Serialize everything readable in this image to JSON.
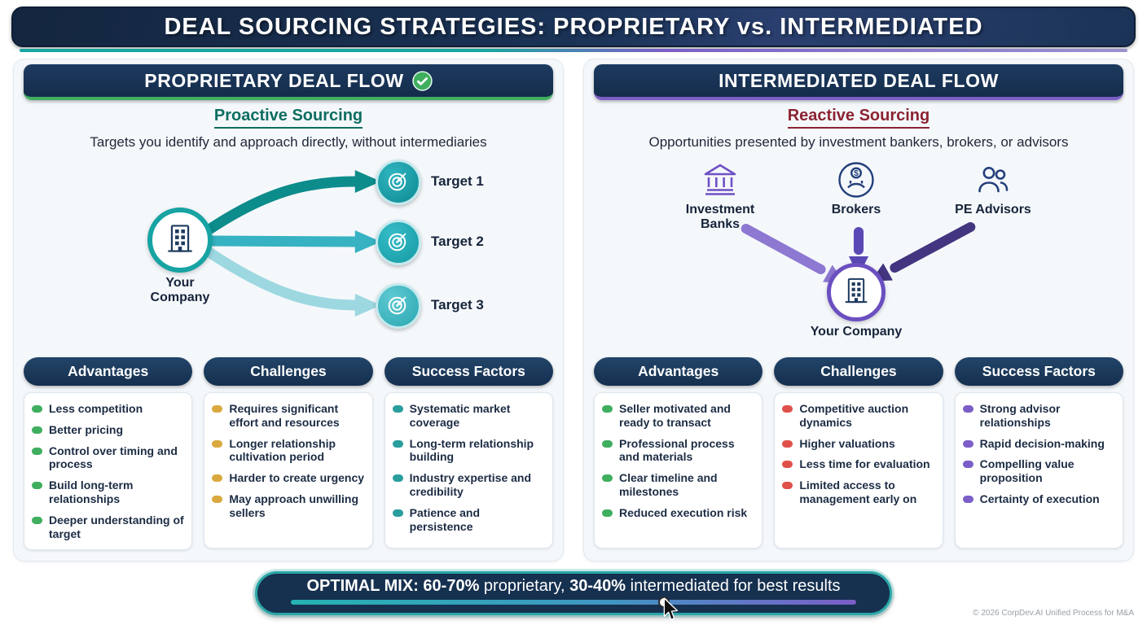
{
  "header": {
    "title": "DEAL SOURCING STRATEGIES: PROPRIETARY vs. INTERMEDIATED"
  },
  "colors": {
    "navy": "#16304f",
    "teal": "#17a3a3",
    "purple": "#6b4fc0",
    "green": "#3fae5f",
    "amber": "#d9a93f",
    "red": "#e0504b",
    "light_teal": "#9dd8e1",
    "dark_red_subtitle": "#8b2332",
    "dark_teal_subtitle": "#0d6e60"
  },
  "icons": {
    "badge": "check-circle-icon",
    "company": "building-icon",
    "target": "target-icon",
    "investment_banks": "bank-icon",
    "brokers": "money-hand-icon",
    "pe_advisors": "people-icon"
  },
  "left": {
    "title": "PROPRIETARY DEAL FLOW",
    "subtitle": "Proactive Sourcing",
    "description": "Targets you identify and approach directly, without intermediaries",
    "company_label": "Your Company",
    "targets": [
      "Target 1",
      "Target 2",
      "Target 3"
    ],
    "columns": [
      {
        "title": "Advantages",
        "bullet_color": "#3fae5f",
        "items": [
          "Less competition",
          "Better pricing",
          "Control over timing and process",
          "Build long-term relationships",
          "Deeper understanding of target"
        ]
      },
      {
        "title": "Challenges",
        "bullet_color": "#d9a93f",
        "items": [
          "Requires significant effort and resources",
          "Longer relationship cultivation period",
          "Harder to create urgency",
          "May approach unwilling sellers"
        ]
      },
      {
        "title": "Success Factors",
        "bullet_color": "#2a9d9d",
        "items": [
          "Systematic market coverage",
          "Long-term relationship building",
          "Industry expertise and credibility",
          "Patience and persistence"
        ]
      }
    ]
  },
  "right": {
    "title": "INTERMEDIATED DEAL FLOW",
    "subtitle": "Reactive Sourcing",
    "description": "Opportunities presented by investment bankers, brokers, or advisors",
    "company_label": "Your Company",
    "sources": [
      {
        "label": "Investment Banks"
      },
      {
        "label": "Brokers"
      },
      {
        "label": "PE Advisors"
      }
    ],
    "columns": [
      {
        "title": "Advantages",
        "bullet_color": "#3fae5f",
        "items": [
          "Seller motivated and ready to transact",
          "Professional process and materials",
          "Clear timeline and milestones",
          "Reduced execution risk"
        ]
      },
      {
        "title": "Challenges",
        "bullet_color": "#e0504b",
        "items": [
          "Competitive auction dynamics",
          "Higher valuations",
          "Less time for evaluation",
          "Limited access to management early on"
        ]
      },
      {
        "title": "Success Factors",
        "bullet_color": "#7b5ec7",
        "items": [
          "Strong advisor relationships",
          "Rapid decision-making",
          "Compelling value proposition",
          "Certainty of execution"
        ]
      }
    ]
  },
  "footer": {
    "mix_bold_1": "OPTIMAL MIX: 60-70%",
    "mix_regular_1": " proprietary, ",
    "mix_bold_2": "30-40%",
    "mix_regular_2": " intermediated for best results",
    "slider_thumb_left": "66%",
    "copyright": "© 2026 CorpDev.AI Unified Process for M&A"
  }
}
